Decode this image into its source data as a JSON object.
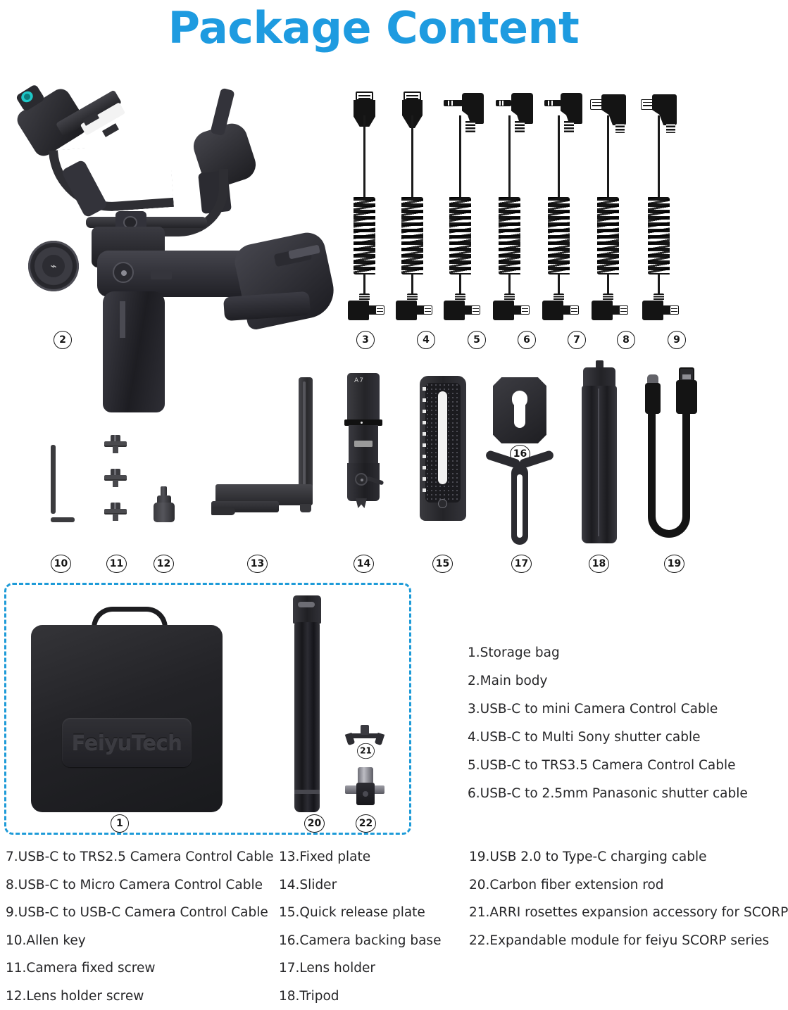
{
  "title": "Package Content",
  "colors": {
    "title_blue": "#1E9BE0",
    "dashed_border": "#1E9BD8",
    "text": "#262628",
    "part_dark": "#2b2b2d"
  },
  "brand": "FeiyuTech",
  "slider_model_label": "A7",
  "badges": {
    "main_body": "2",
    "cable3": "3",
    "cable4": "4",
    "cable5": "5",
    "cable6": "6",
    "cable7": "7",
    "cable8": "8",
    "cable9": "9",
    "allen_key": "10",
    "camera_fixed_screw": "11",
    "lens_holder_screw": "12",
    "fixed_plate": "13",
    "slider": "14",
    "quick_release_plate": "15",
    "camera_backing_base": "16",
    "lens_holder": "17",
    "tripod": "18",
    "usb_cable": "19",
    "storage_bag": "1",
    "extension_rod": "20",
    "arri_rosettes": "21",
    "expandable_module": "22"
  },
  "legend": {
    "right_column_top": [
      "1.Storage bag",
      "2.Main body",
      "3.USB-C to mini Camera Control Cable",
      "4.USB-C to Multi Sony shutter cable",
      "5.USB-C to TRS3.5 Camera Control Cable",
      "6.USB-C to 2.5mm Panasonic shutter cable"
    ],
    "bottom_column_1": [
      "7.USB-C to TRS2.5 Camera Control Cable",
      "8.USB-C to Micro Camera Control Cable",
      "9.USB-C to USB-C Camera Control Cable",
      "10.Allen key",
      "11.Camera fixed screw",
      "12.Lens holder screw"
    ],
    "bottom_column_2": [
      "13.Fixed plate",
      "14.Slider",
      "15.Quick release plate",
      "16.Camera backing base",
      "17.Lens holder",
      "18.Tripod"
    ],
    "bottom_column_3": [
      "19.USB 2.0 to Type-C charging cable",
      "20.Carbon fiber extension rod",
      "21.ARRI rosettes expansion accessory for SCORP",
      "22.Expandable module for feiyu SCORP series"
    ]
  }
}
